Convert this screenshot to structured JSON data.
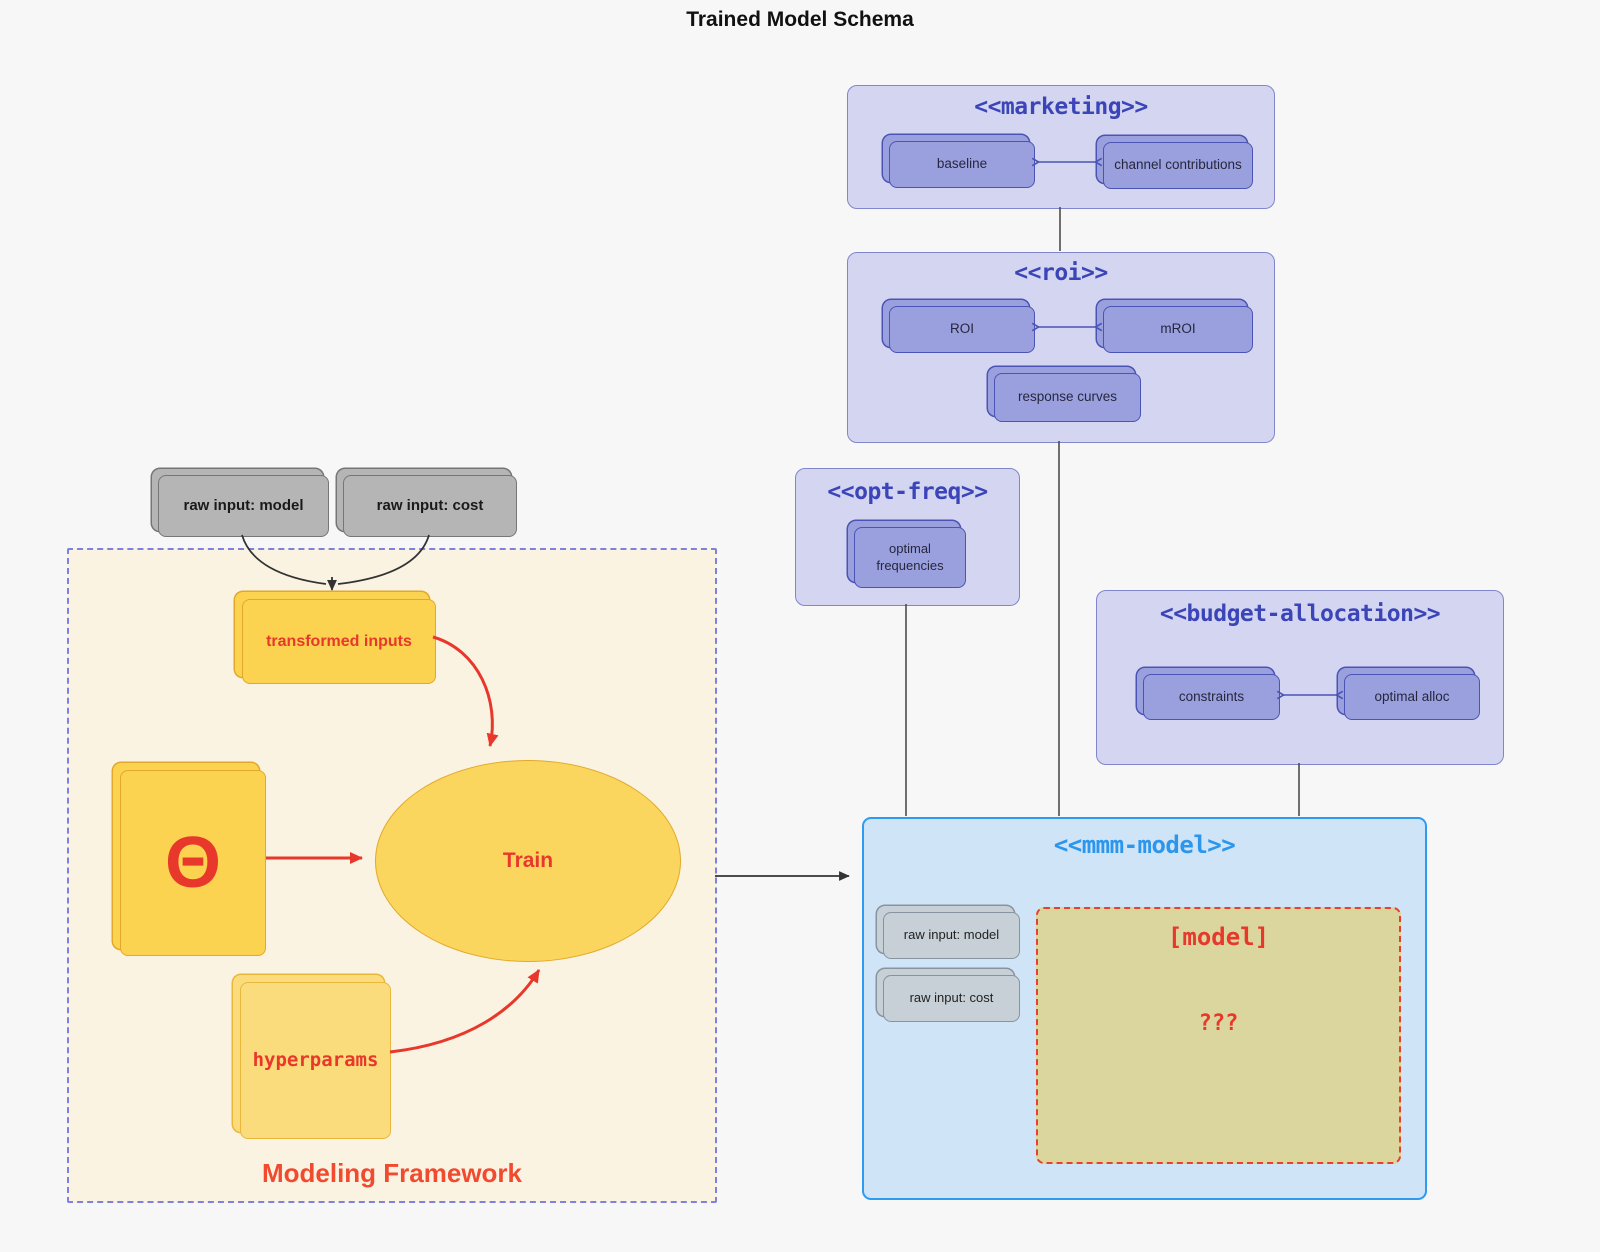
{
  "diagram_title": "Trained Model Schema",
  "raw_inputs": {
    "model": "raw input: model",
    "cost": "raw input: cost"
  },
  "framework": {
    "label": "Modeling Framework",
    "transformed_inputs": "transformed inputs",
    "theta": "Θ",
    "train": "Train",
    "hyperparams": "hyperparams"
  },
  "marketing": {
    "title": "<<marketing>>",
    "baseline": "baseline",
    "channel_contributions": "channel contributions"
  },
  "roi": {
    "title": "<<roi>>",
    "roi": "ROI",
    "mroi": "mROI",
    "response_curves": "response curves"
  },
  "opt_freq": {
    "title": "<<opt-freq>>",
    "optimal_frequencies": "optimal frequencies"
  },
  "budget_allocation": {
    "title": "<<budget-allocation>>",
    "constraints": "constraints",
    "optimal_alloc": "optimal alloc"
  },
  "mmm_model": {
    "title": "<<mmm-model>>",
    "raw_input_model": "raw input: model",
    "raw_input_cost": "raw input: cost",
    "model_placeholder_header": "[model]",
    "model_placeholder_body": "???"
  },
  "colors": {
    "page_background": "#f7f7f8",
    "group_fill": "#d4d6f1",
    "group_border": "#8085cc",
    "group_title": "#3b45b8",
    "node_fill": "#9aa0de",
    "node_border": "#4b53b4",
    "mmm_fill": "#d0e4f7",
    "mmm_border": "#2e9af0",
    "mmm_title": "#2b96ec",
    "model_placeholder_fill": "#dbd69e",
    "accent_red": "#e8382b",
    "framework_fill": "#faf3e2",
    "framework_border": "#7d82de",
    "framework_label": "#f14a2e",
    "gold_fill": "#fcd251",
    "gold_border": "#e3a829",
    "gray_fill": "#b5b5b5",
    "gray_light_fill": "#c7cfd7"
  }
}
